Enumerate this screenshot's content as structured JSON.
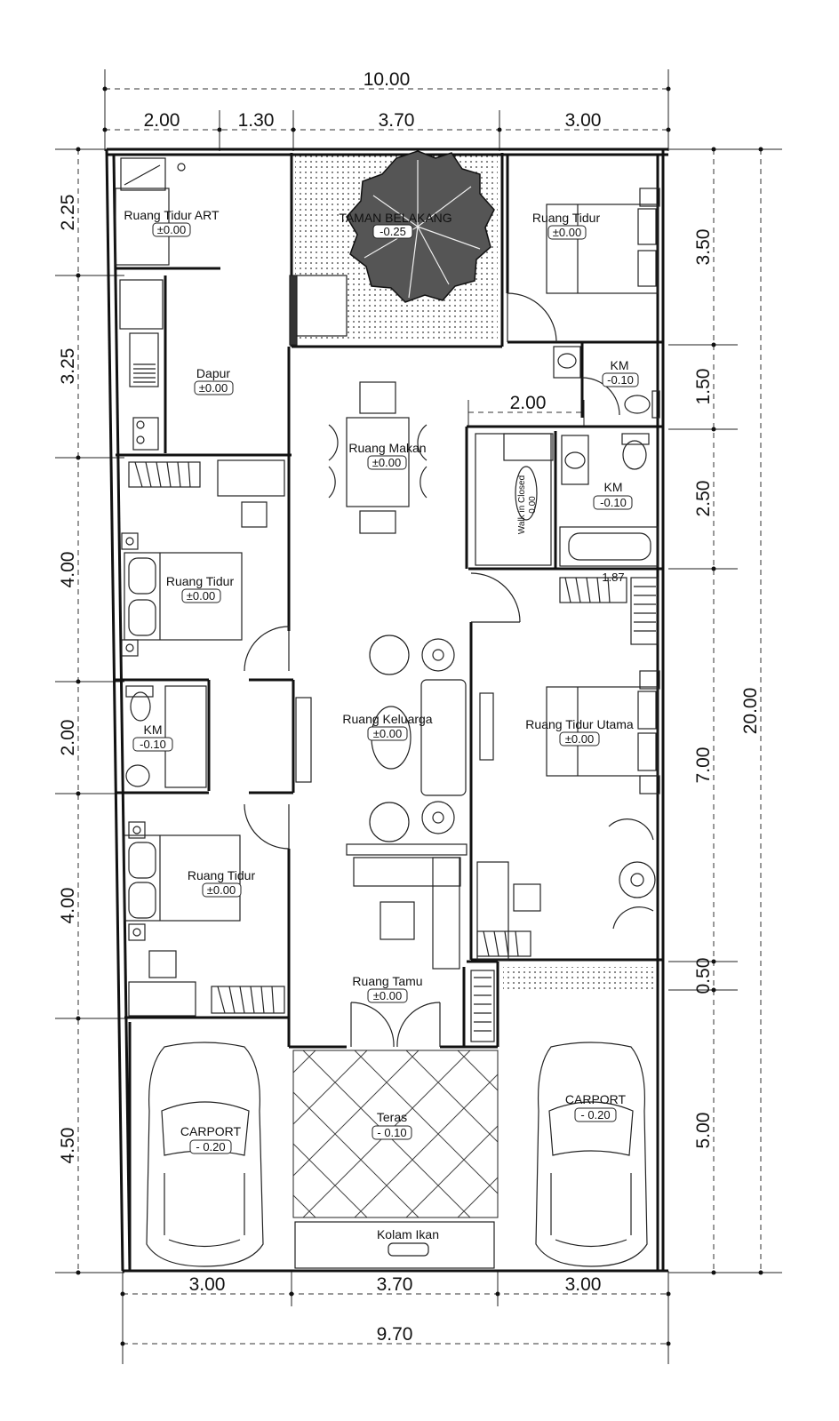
{
  "dimensions": {
    "top_total": "10.00",
    "top": [
      "2.00",
      "1.30",
      "3.70",
      "3.00"
    ],
    "bottom": [
      "3.00",
      "3.70",
      "3.00"
    ],
    "bottom_total": "9.70",
    "left": [
      "2.25",
      "3.25",
      "4.00",
      "2.00",
      "4.00",
      "4.50"
    ],
    "right": [
      "3.50",
      "1.50",
      "2.50",
      "7.00",
      "0.50",
      "5.00"
    ],
    "right_total": "20.00",
    "inner": "2.00"
  },
  "rooms": {
    "tidur_art": {
      "name": "Ruang Tidur  ART",
      "level": "±0.00"
    },
    "taman": {
      "name": "TAMAN BELAKANG",
      "level": "-0.25"
    },
    "tidur_ne": {
      "name": "Ruang Tidur",
      "level": "±0.00"
    },
    "km_ne": {
      "name": "KM",
      "level": "-0.10"
    },
    "dapur": {
      "name": "Dapur",
      "level": "±0.00"
    },
    "makan": {
      "name": "Ruang Makan",
      "level": "±0.00"
    },
    "closet": {
      "name": "Walk in Closed",
      "level": "0.00"
    },
    "km_master": {
      "name": "KM",
      "level": "-0.10"
    },
    "tidur_w1": {
      "name": "Ruang Tidur",
      "level": "±0.00"
    },
    "keluarga": {
      "name": "Ruang Keluarga",
      "level": "±0.00"
    },
    "tidur_utama": {
      "name": "Ruang Tidur Utama",
      "level": "±0.00"
    },
    "km_w": {
      "name": "KM",
      "level": "-0.10"
    },
    "tidur_w2": {
      "name": "Ruang Tidur",
      "level": "±0.00"
    },
    "tamu": {
      "name": "Ruang Tamu",
      "level": "±0.00"
    },
    "teras": {
      "name": "Teras",
      "level": "- 0.10"
    },
    "carport_l": {
      "name": "CARPORT",
      "level": "- 0.20"
    },
    "carport_r": {
      "name": "CARPORT",
      "level": "- 0.20"
    },
    "kolam": {
      "name": "Kolam Ikan"
    }
  },
  "misc": {
    "small_note": "1.87"
  }
}
